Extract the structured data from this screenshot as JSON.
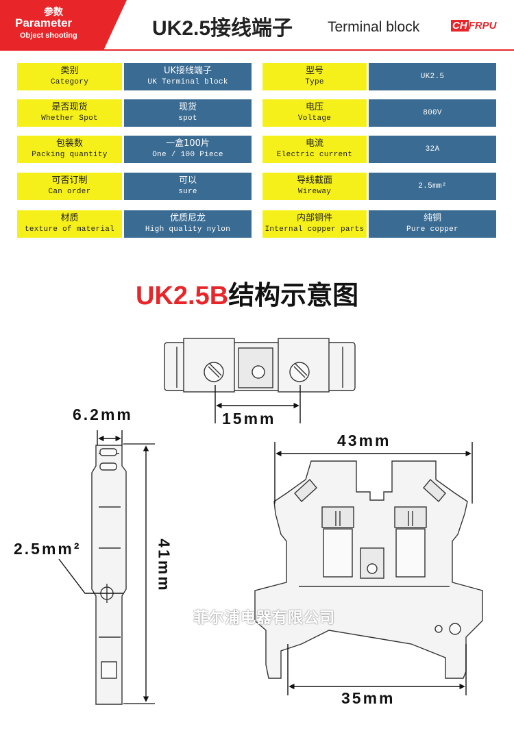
{
  "header": {
    "tab_cn": "参数",
    "tab_en": "Parameter",
    "tab_sub": "Object shooting",
    "title": "UK2.5接线端子",
    "title_en": "Terminal block",
    "logo_part1": "CH",
    "logo_part2": "FRPU",
    "accent_color": "#e8262a"
  },
  "table": {
    "label_color": "#f5f01a",
    "value_color": "#3a6b92",
    "rows": [
      {
        "left_label_cn": "类别",
        "left_label_en": "Category",
        "left_value_cn": "UK接线端子",
        "left_value_en": "UK Terminal block",
        "right_label_cn": "型号",
        "right_label_en": "Type",
        "right_value_cn": "UK2.5",
        "right_value_en": ""
      },
      {
        "left_label_cn": "是否现货",
        "left_label_en": "Whether Spot",
        "left_value_cn": "现货",
        "left_value_en": "spot",
        "right_label_cn": "电压",
        "right_label_en": "Voltage",
        "right_value_cn": "800V",
        "right_value_en": ""
      },
      {
        "left_label_cn": "包装数",
        "left_label_en": "Packing quantity",
        "left_value_cn": "一盒100片",
        "left_value_en": "One / 100 Piece",
        "right_label_cn": "电流",
        "right_label_en": "Electric current",
        "right_value_cn": "32A",
        "right_value_en": ""
      },
      {
        "left_label_cn": "可否订制",
        "left_label_en": "Can order",
        "left_value_cn": "可以",
        "left_value_en": "sure",
        "right_label_cn": "导线截面",
        "right_label_en": "Wireway",
        "right_value_cn": "2.5mm²",
        "right_value_en": ""
      },
      {
        "left_label_cn": "材质",
        "left_label_en": "texture of material",
        "left_value_cn": "优质尼龙",
        "left_value_en": "High quality nylon",
        "right_label_cn": "内部铜件",
        "right_label_en": "Internal copper parts",
        "right_value_cn": "纯铜",
        "right_value_en": "Pure copper"
      }
    ]
  },
  "diagram": {
    "title_red": "UK2.5B",
    "title_black": "结构示意图",
    "dims": {
      "width_6_2": "6.2mm",
      "pitch_15": "15mm",
      "width_43": "43mm",
      "wire_2_5": "2.5mm²",
      "height_41": "41mm",
      "rail_35": "35mm"
    },
    "watermark": "菲尔浦电器有限公司"
  }
}
